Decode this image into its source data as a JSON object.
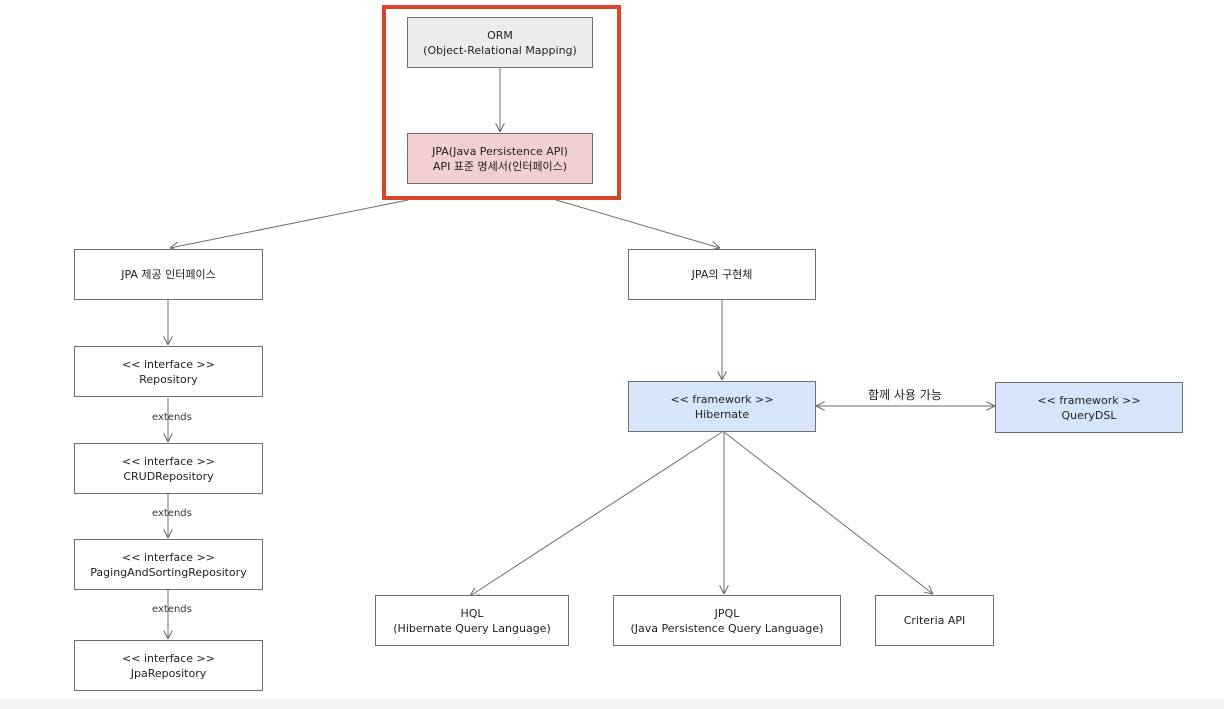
{
  "nodes": {
    "orm": {
      "line1": "ORM",
      "line2": "(Object-Relational Mapping)"
    },
    "jpa": {
      "line1": "JPA(Java Persistence API)",
      "line2": "API 표준 명세서(인터페이스)"
    },
    "jpa_interfaces": {
      "line1": "JPA 제공 인터페이스"
    },
    "jpa_impl": {
      "line1": "JPA의 구현체"
    },
    "repository": {
      "line1": "<< interface >>",
      "line2": "Repository"
    },
    "crud_repository": {
      "line1": "<< interface >>",
      "line2": "CRUDRepository"
    },
    "paging_repository": {
      "line1": "<< interface >>",
      "line2": "PagingAndSortingRepository"
    },
    "jpa_repository": {
      "line1": "<< interface >>",
      "line2": "JpaRepository"
    },
    "hibernate": {
      "line1": "<< framework >>",
      "line2": "Hibernate"
    },
    "querydsl": {
      "line1": "<< framework >>",
      "line2": "QueryDSL"
    },
    "hql": {
      "line1": "HQL",
      "line2": "(Hibernate Query Language)"
    },
    "jpql": {
      "line1": "JPQL",
      "line2": "(Java Persistence Query Language)"
    },
    "criteria": {
      "line1": "Criteria API"
    }
  },
  "edge_labels": {
    "extends1": "extends",
    "extends2": "extends",
    "extends3": "extends",
    "together": "함께 사용 가능"
  },
  "colors": {
    "highlight_border": "#d9452b",
    "orm_fill": "#ececec",
    "jpa_fill": "#f3cfcf",
    "framework_fill": "#d7e5fa",
    "line": "#6f6f6f"
  }
}
